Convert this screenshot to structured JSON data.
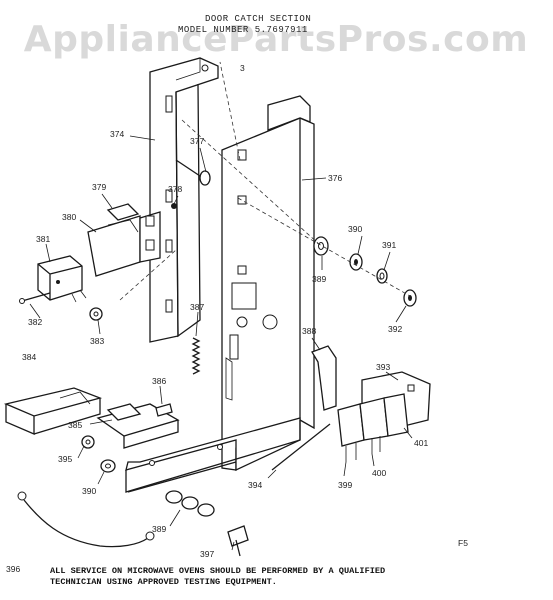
{
  "watermark": "AppliancePartsPros.com",
  "header": {
    "line1": "DOOR CATCH SECTION",
    "line2": "MODEL NUMBER 5.7697911"
  },
  "callouts": {
    "c374": "374",
    "c376": "376",
    "c377": "377",
    "c378": "378",
    "c379": "379",
    "c380": "380",
    "c381": "381",
    "c382": "382",
    "c383": "383",
    "c384": "384",
    "c385": "385",
    "c386": "386",
    "c387": "387",
    "c388": "388",
    "c389a": "389",
    "c389b": "389",
    "c390a": "390",
    "c390b": "390",
    "c391": "391",
    "c392": "392",
    "c393": "393",
    "c394": "394",
    "c395": "395",
    "c396": "396",
    "c397": "397",
    "c399": "399",
    "c400": "400",
    "c401": "401",
    "c3top": "3"
  },
  "figure_code": "F5",
  "footer": {
    "line1": "ALL SERVICE ON MICROWAVE OVENS SHOULD BE PERFORMED BY A QUALIFIED",
    "line2": "TECHNICIAN USING APPROVED TESTING EQUIPMENT."
  }
}
